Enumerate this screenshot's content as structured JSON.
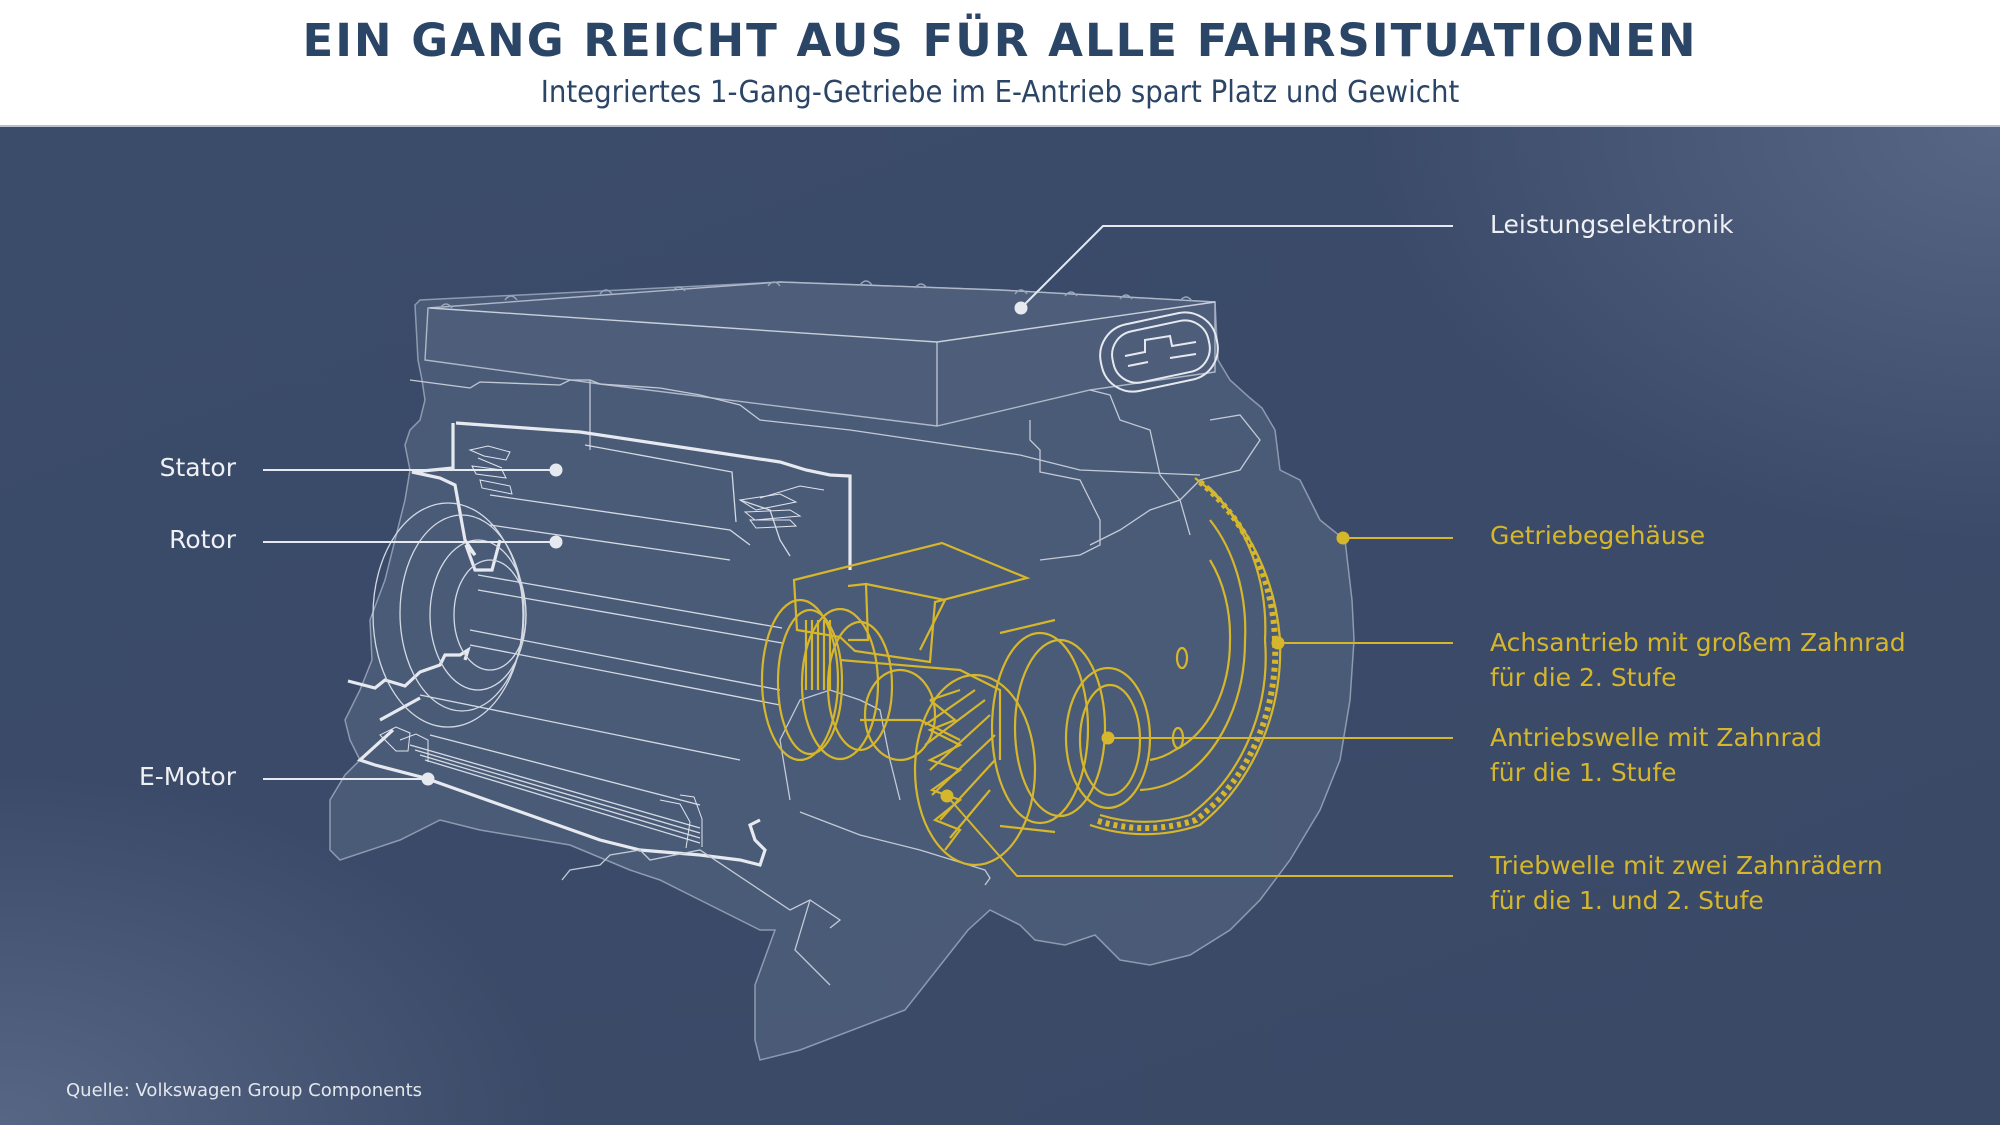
{
  "header": {
    "title": "EIN GANG REICHT AUS FÜR ALLE FAHRSITUATIONEN",
    "subtitle": "Integriertes 1-Gang-Getriebe im E-Antrieb spart Platz und Gewicht"
  },
  "colors": {
    "title": "#2b4567",
    "background": "#3a4a68",
    "body_fill": "#4c5c78",
    "outline_white": "#e6e9ef",
    "highlight_yellow": "#d6b72c"
  },
  "labels_left": [
    {
      "id": "stator",
      "text": "Stator",
      "color": "white"
    },
    {
      "id": "rotor",
      "text": "Rotor",
      "color": "white"
    },
    {
      "id": "e-motor",
      "text": "E-Motor",
      "color": "white"
    }
  ],
  "labels_right": [
    {
      "id": "leistungselektronik",
      "lines": [
        "Leistungselektronik"
      ],
      "color": "white"
    },
    {
      "id": "getriebegehaeuse",
      "lines": [
        "Getriebegehäuse"
      ],
      "color": "yellow"
    },
    {
      "id": "achsantrieb",
      "lines": [
        "Achsantrieb mit großem Zahnrad",
        "für die 2. Stufe"
      ],
      "color": "yellow"
    },
    {
      "id": "antriebswelle",
      "lines": [
        "Antriebswelle mit Zahnrad",
        "für die 1. Stufe"
      ],
      "color": "yellow"
    },
    {
      "id": "triebwelle",
      "lines": [
        "Triebwelle mit zwei Zahnrädern",
        "für die 1. und 2. Stufe"
      ],
      "color": "yellow"
    }
  ],
  "source": "Quelle: Volkswagen Group Components"
}
